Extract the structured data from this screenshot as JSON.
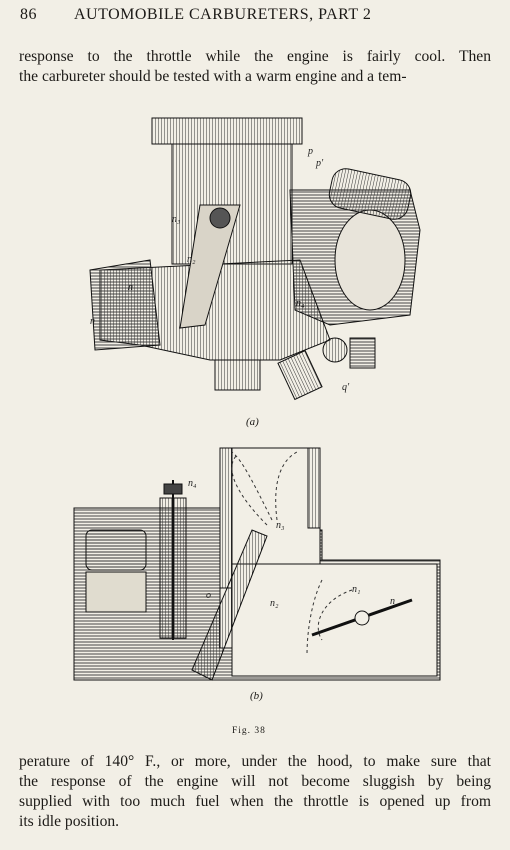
{
  "header": {
    "page_number": "86",
    "running_title": "AUTOMOBILE CARBURETERS, PART 2"
  },
  "paragraph_top": [
    "response to the throttle while the engine is fairly cool.  Then",
    "the carbureter should be tested with a warm engine and a tem-"
  ],
  "figure": {
    "upper_labels": {
      "p": "p",
      "p_prime": "p'",
      "n3": "n₃",
      "n2": "n₂",
      "n": "n",
      "n_lower": "n",
      "n4": "n₄",
      "q_prime": "q'"
    },
    "upper_sublabel": "(a)",
    "lower_labels": {
      "n4": "n₄",
      "n3": "n₃",
      "n2": "n₂",
      "n1": "n₁",
      "n": "n",
      "o": "o"
    },
    "lower_sublabel": "(b)",
    "caption": "Fig. 38"
  },
  "paragraph_bottom": [
    "perature of 140° F., or more, under the hood, to make sure that",
    "the response of the engine will not become sluggish by being",
    "supplied with too much fuel when the throttle is opened up from",
    "its idle position."
  ]
}
